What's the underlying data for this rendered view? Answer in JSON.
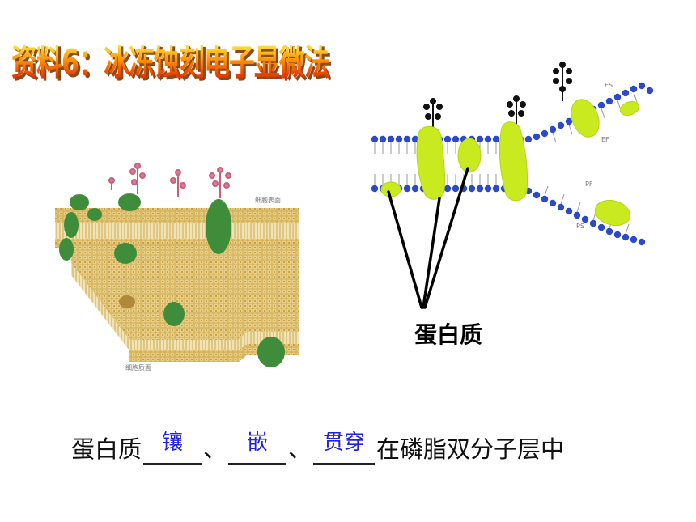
{
  "title": "资料6：冰冻蚀刻电子显微法",
  "left_figure": {
    "top_surface_label": "细胞表面",
    "bottom_surface_label": "细胞质面"
  },
  "right_figure": {
    "labels": {
      "es": "ES",
      "ef": "EF",
      "pf": "PF",
      "ps": "PS"
    },
    "protein_label": "蛋白质"
  },
  "sentence": {
    "prefix": "蛋白质",
    "sep1": "、",
    "sep2": "、",
    "suffix": "在磷脂双分子层中",
    "answers": [
      "镶",
      "嵌",
      "贯穿"
    ]
  },
  "colors": {
    "protein_right": "#c8ea1e",
    "head_blue": "#2b49c9",
    "bilayer_tan": "#d9b868",
    "protein_left": "#3f8c3a",
    "answer_text": "#2222dd"
  }
}
